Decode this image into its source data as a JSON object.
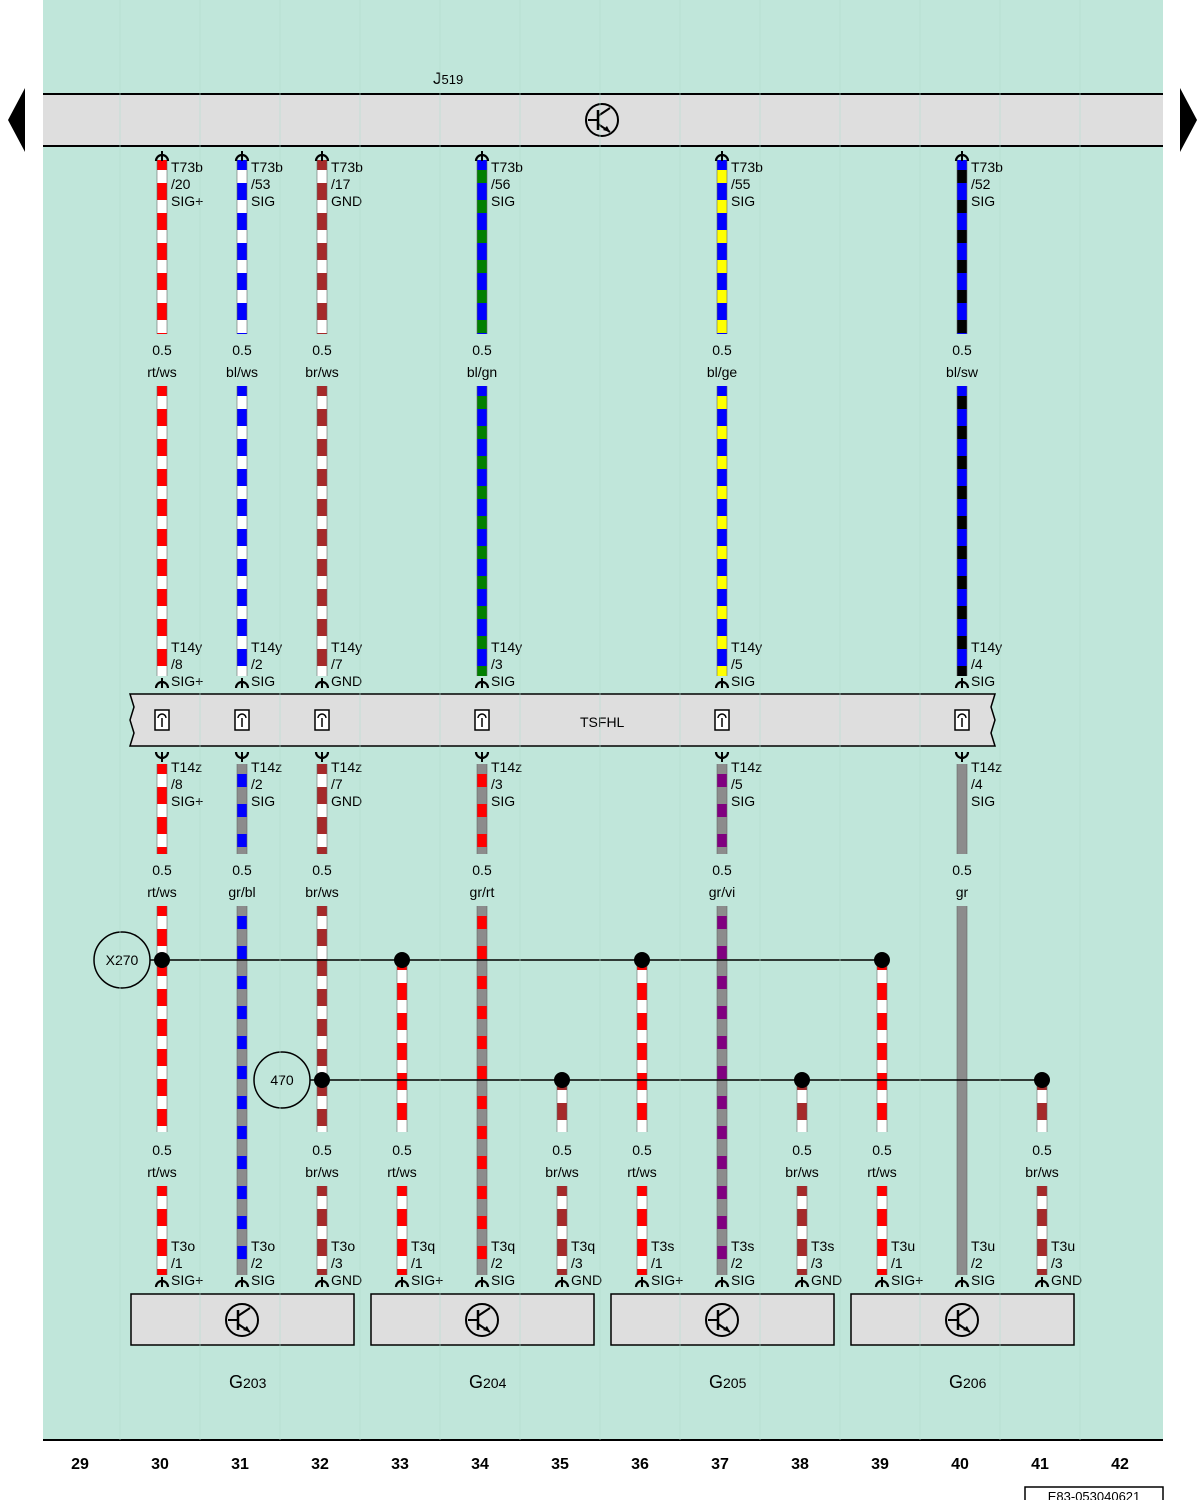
{
  "header": {
    "device_id": "J",
    "device_sub": "519"
  },
  "nav": {
    "prev_label": "◀",
    "next_label": "▶"
  },
  "top_wires": [
    {
      "pin": "T73b",
      "num": "/20",
      "sig": "SIG+",
      "size": "0.5",
      "color": "rt/ws"
    },
    {
      "pin": "T73b",
      "num": "/53",
      "sig": "SIG",
      "size": "0.5",
      "color": "bl/ws"
    },
    {
      "pin": "T73b",
      "num": "/17",
      "sig": "GND",
      "size": "0.5",
      "color": "br/ws"
    },
    {
      "pin": "T73b",
      "num": "/56",
      "sig": "SIG",
      "size": "0.5",
      "color": "bl/gn"
    },
    {
      "pin": "T73b",
      "num": "/55",
      "sig": "SIG",
      "size": "0.5",
      "color": "bl/ge"
    },
    {
      "pin": "T73b",
      "num": "/52",
      "sig": "SIG",
      "size": "0.5",
      "color": "bl/sw"
    }
  ],
  "connector_top": [
    {
      "pin": "T14y",
      "num": "/8",
      "sig": "SIG+"
    },
    {
      "pin": "T14y",
      "num": "/2",
      "sig": "SIG"
    },
    {
      "pin": "T14y",
      "num": "/7",
      "sig": "GND"
    },
    {
      "pin": "T14y",
      "num": "/3",
      "sig": "SIG"
    },
    {
      "pin": "T14y",
      "num": "/5",
      "sig": "SIG"
    },
    {
      "pin": "T14y",
      "num": "/4",
      "sig": "SIG"
    }
  ],
  "connector_label": "TSFHL",
  "connector_bottom": [
    {
      "pin": "T14z",
      "num": "/8",
      "sig": "SIG+",
      "size": "0.5",
      "color": "rt/ws"
    },
    {
      "pin": "T14z",
      "num": "/2",
      "sig": "SIG",
      "size": "0.5",
      "color": "gr/bl"
    },
    {
      "pin": "T14z",
      "num": "/7",
      "sig": "GND",
      "size": "0.5",
      "color": "br/ws"
    },
    {
      "pin": "T14z",
      "num": "/3",
      "sig": "SIG",
      "size": "0.5",
      "color": "gr/rt"
    },
    {
      "pin": "T14z",
      "num": "/5",
      "sig": "SIG",
      "size": "0.5",
      "color": "gr/vi"
    },
    {
      "pin": "T14z",
      "num": "/4",
      "sig": "SIG",
      "size": "0.5",
      "color": "gr"
    }
  ],
  "splices": {
    "x270": "X270",
    "s470": "470"
  },
  "bottom_labels": [
    {
      "size": "0.5",
      "color": "rt/ws"
    },
    {
      "size": "0.5",
      "color": "br/ws"
    },
    {
      "size": "0.5",
      "color": "rt/ws"
    },
    {
      "size": "0.5",
      "color": "br/ws"
    },
    {
      "size": "0.5",
      "color": "rt/ws"
    },
    {
      "size": "0.5",
      "color": "br/ws"
    },
    {
      "size": "0.5",
      "color": "rt/ws"
    },
    {
      "size": "0.5",
      "color": "br/ws"
    }
  ],
  "sensor_pins": [
    {
      "pin": "T3o",
      "num": "/1",
      "sig": "SIG+"
    },
    {
      "pin": "T3o",
      "num": "/2",
      "sig": "SIG"
    },
    {
      "pin": "T3o",
      "num": "/3",
      "sig": "GND"
    },
    {
      "pin": "T3q",
      "num": "/1",
      "sig": "SIG+"
    },
    {
      "pin": "T3q",
      "num": "/2",
      "sig": "SIG"
    },
    {
      "pin": "T3q",
      "num": "/3",
      "sig": "GND"
    },
    {
      "pin": "T3s",
      "num": "/1",
      "sig": "SIG+"
    },
    {
      "pin": "T3s",
      "num": "/2",
      "sig": "SIG"
    },
    {
      "pin": "T3s",
      "num": "/3",
      "sig": "GND"
    },
    {
      "pin": "T3u",
      "num": "/1",
      "sig": "SIG+"
    },
    {
      "pin": "T3u",
      "num": "/2",
      "sig": "SIG"
    },
    {
      "pin": "T3u",
      "num": "/3",
      "sig": "GND"
    }
  ],
  "sensors": [
    {
      "main": "G",
      "sub": "203"
    },
    {
      "main": "G",
      "sub": "204"
    },
    {
      "main": "G",
      "sub": "205"
    },
    {
      "main": "G",
      "sub": "206"
    }
  ],
  "columns": [
    "29",
    "30",
    "31",
    "32",
    "33",
    "34",
    "35",
    "36",
    "37",
    "38",
    "39",
    "40",
    "41",
    "42"
  ],
  "doc_id": "E83-053040621",
  "colors": {
    "background": "#c0e6da",
    "box": "#dedede",
    "rt": "#ff0000",
    "bl": "#0000ff",
    "br": "#a52a2a",
    "gn": "#008000",
    "ge": "#ffff00",
    "sw": "#000000",
    "gr": "#8c8c8c",
    "vi": "#800080",
    "ws": "#ffffff"
  }
}
